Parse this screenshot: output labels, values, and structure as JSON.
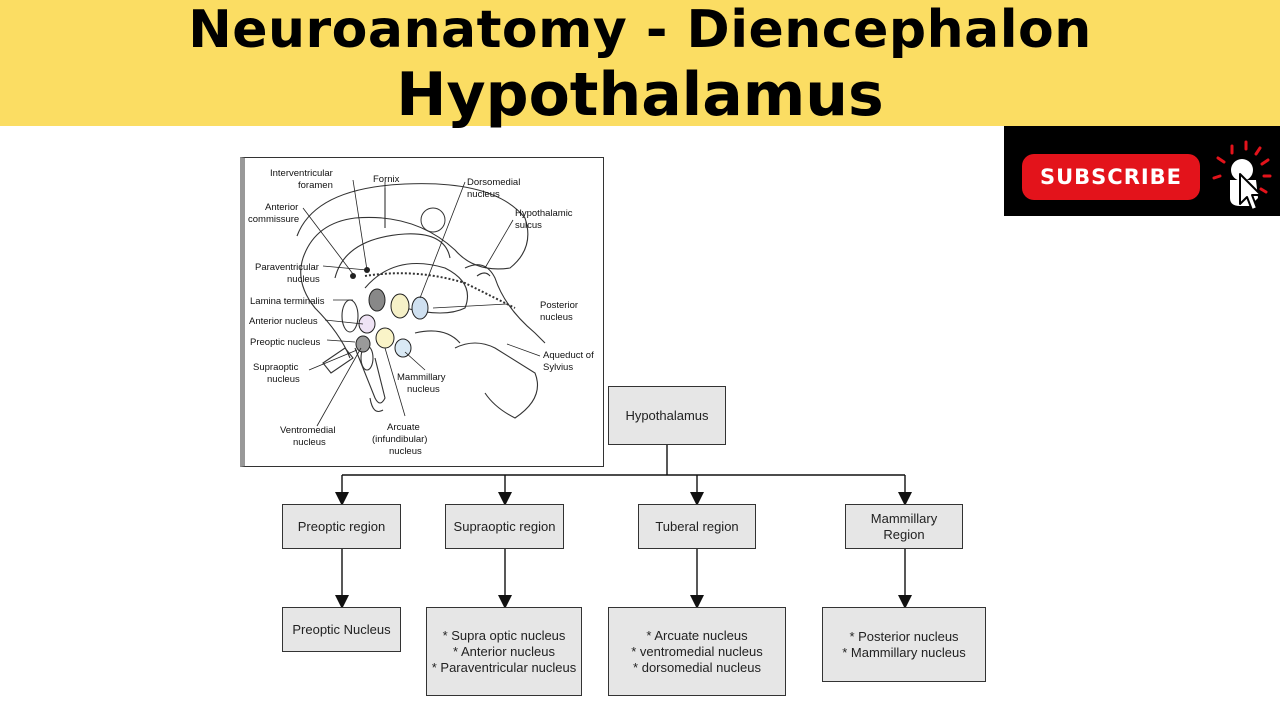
{
  "header": {
    "title_line1": "Neuroanatomy - Diencephalon",
    "title_line2": "Hypothalamus"
  },
  "subscribe": {
    "label": "SUBSCRIBE",
    "icon": "cursor-click-icon",
    "colors": {
      "button": "#e3131b",
      "panel": "#000000"
    }
  },
  "figure_labels": {
    "interventricular_foramen": [
      "Interventricular",
      "foramen"
    ],
    "fornix": "Fornix",
    "dorsomedial_nucleus": [
      "Dorsomedial",
      "nucleus"
    ],
    "anterior_commissure": [
      "Anterior",
      "commissure"
    ],
    "hypothalamic_sulcus": [
      "Hypothalamic",
      "sulcus"
    ],
    "paraventricular_nucleus": [
      "Paraventricular",
      "nucleus"
    ],
    "lamina_terminalis": "Lamina terminalis",
    "posterior_nucleus": [
      "Posterior",
      "nucleus"
    ],
    "anterior_nucleus": "Anterior nucleus",
    "preoptic_nucleus": "Preoptic nucleus",
    "aqueduct_of_sylvius": [
      "Aqueduct of",
      "Sylvius"
    ],
    "supraoptic_nucleus": [
      "Supraoptic",
      "nucleus"
    ],
    "mammillary_nucleus": [
      "Mammillary",
      "nucleus"
    ],
    "ventromedial_nucleus": [
      "Ventromedial",
      "nucleus"
    ],
    "arcuate_nucleus": [
      "Arcuate",
      "(infundibular)",
      "nucleus"
    ]
  },
  "flowchart": {
    "root": "Hypothalamus",
    "regions": [
      {
        "label": "Preoptic region",
        "nuclei": [
          "Preoptic Nucleus"
        ]
      },
      {
        "label": "Supraoptic region",
        "nuclei": [
          "* Supra optic nucleus",
          "* Anterior nucleus",
          "* Paraventricular nucleus"
        ]
      },
      {
        "label": "Tuberal region",
        "nuclei": [
          "* Arcuate nucleus",
          "* ventromedial nucleus",
          "* dorsomedial nucleus"
        ]
      },
      {
        "label": "Mammillary Region",
        "nuclei": [
          "* Posterior nucleus",
          "* Mammillary nucleus"
        ]
      }
    ]
  },
  "colors": {
    "banner": "#fbdd63",
    "box_fill": "#e6e6e6"
  }
}
